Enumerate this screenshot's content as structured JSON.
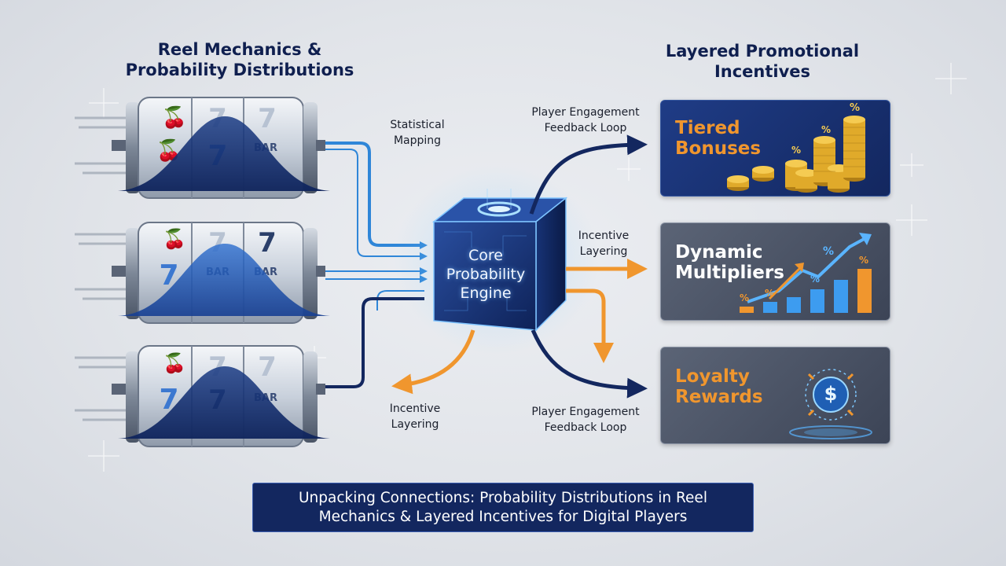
{
  "left_heading": "Reel Mechanics &\nProbability Distributions",
  "right_heading": "Layered Promotional\nIncentives",
  "engine": {
    "label": "Core\nProbability\nEngine"
  },
  "labels": {
    "statistical_mapping": "Statistical\nMapping",
    "feedback_top": "Player Engagement\nFeedback Loop",
    "incentive_mid": "Incentive\nLayering",
    "incentive_bottom": "Incentive\nLayering",
    "feedback_bottom": "Player Engagement\nFeedback Loop"
  },
  "reels": [
    {
      "symbols": [
        "cherries",
        "7",
        "7",
        "cherries",
        "7",
        "BAR"
      ]
    },
    {
      "symbols": [
        "cherries",
        "7",
        "7",
        "7",
        "BAR",
        "BAR"
      ]
    },
    {
      "symbols": [
        "cherries",
        "7",
        "7",
        "7",
        "7",
        "BAR"
      ]
    }
  ],
  "cards": [
    {
      "title": "Tiered\nBonuses",
      "icon": "coin-stacks-icon",
      "badge": "%"
    },
    {
      "title": "Dynamic\nMultipliers",
      "icon": "rising-bars-icon",
      "badge": "%"
    },
    {
      "title": "Loyalty\nRewards",
      "icon": "dollar-coin-icon",
      "badge": "$"
    }
  ],
  "banner": "Unpacking Connections: Probability Distributions in Reel\nMechanics & Layered Incentives for Digital Players",
  "colors": {
    "navy": "#13275f",
    "blue_arrow": "#2f86d8",
    "orange_arrow": "#f0962e",
    "card_title_orange": "#f0962e",
    "card_title_white": "#ffffff"
  }
}
